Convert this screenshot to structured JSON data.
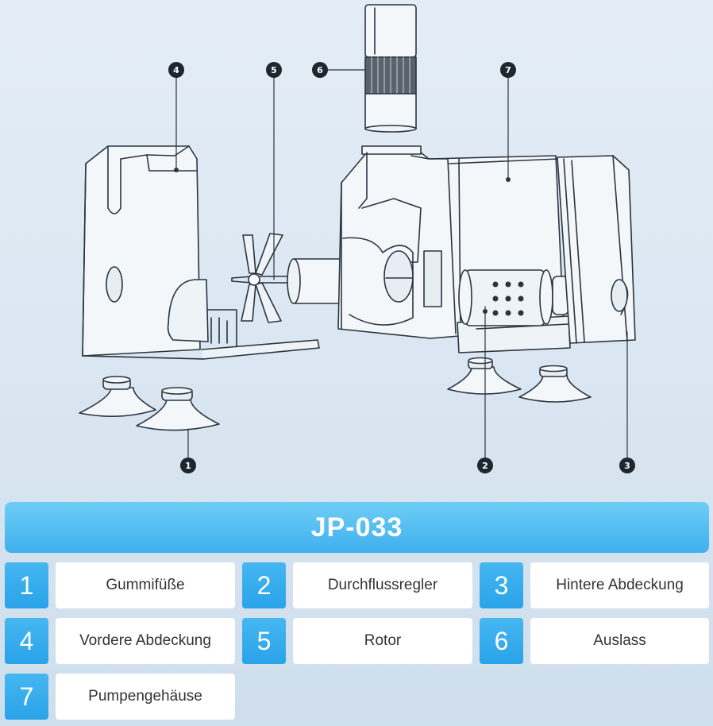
{
  "model": "JP-033",
  "parts": [
    {
      "number": "1",
      "label": "Gummifüße"
    },
    {
      "number": "2",
      "label": "Durchflussregler"
    },
    {
      "number": "3",
      "label": "Hintere Abdeckung"
    },
    {
      "number": "4",
      "label": "Vordere Abdeckung"
    },
    {
      "number": "5",
      "label": "Rotor"
    },
    {
      "number": "6",
      "label": "Auslass"
    },
    {
      "number": "7",
      "label": "Pumpengehäuse"
    }
  ],
  "colors": {
    "accent": "#3fb0ee",
    "number_box": "#2aa3ea",
    "line_art": "#2b3540",
    "background": "#dbe7f3"
  }
}
